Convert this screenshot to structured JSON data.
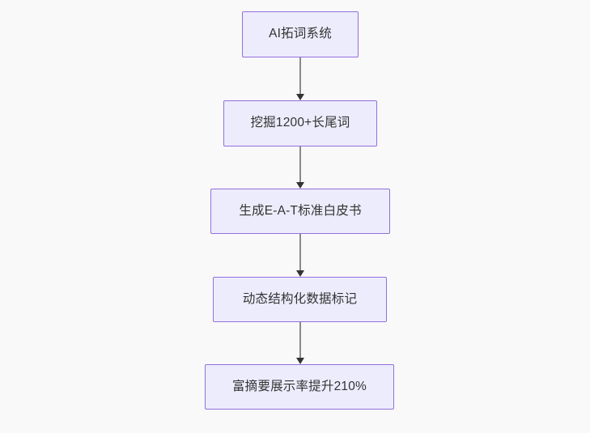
{
  "diagram": {
    "type": "flowchart",
    "direction": "top-to-bottom",
    "background_color": "#f9f9f9",
    "node_fill_color": "#ececfc",
    "node_border_color": "#9370db",
    "node_text_color": "#333333",
    "edge_line_color": "#8a8a8a",
    "edge_arrow_color": "#333333",
    "nodes": [
      {
        "id": "n1",
        "label": "AI拓词系统"
      },
      {
        "id": "n2",
        "label": "挖掘1200+长尾词"
      },
      {
        "id": "n3",
        "label": "生成E-A-T标准白皮书"
      },
      {
        "id": "n4",
        "label": "动态结构化数据标记"
      },
      {
        "id": "n5",
        "label": "富摘要展示率提升210%"
      }
    ],
    "edges": [
      {
        "id": "e1",
        "from": "n1",
        "to": "n2",
        "label": ""
      },
      {
        "id": "e2",
        "from": "n2",
        "to": "n3",
        "label": ""
      },
      {
        "id": "e3",
        "from": "n3",
        "to": "n4",
        "label": ""
      },
      {
        "id": "e4",
        "from": "n4",
        "to": "n5",
        "label": ""
      }
    ]
  }
}
